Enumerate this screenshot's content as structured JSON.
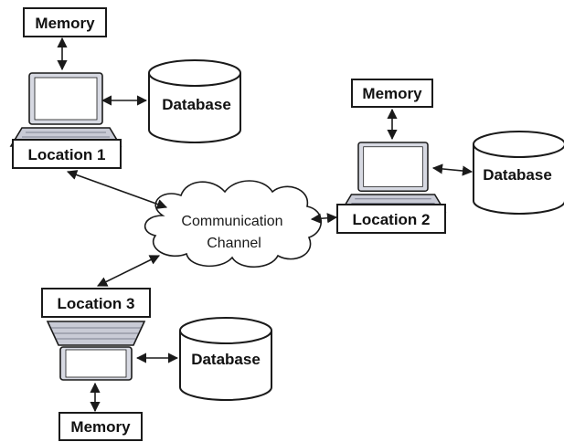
{
  "location_1": {
    "label": "Location 1",
    "memory_label": "Memory",
    "database_label": "Database"
  },
  "location_2": {
    "label": "Location 2",
    "memory_label": "Memory",
    "database_label": "Database"
  },
  "location_3": {
    "label": "Location 3",
    "memory_label": "Memory",
    "database_label": "Database"
  },
  "channel": {
    "line1": "Communication",
    "line2": "Channel"
  },
  "colors": {
    "stroke": "#1a1a1a",
    "laptop_fill": "#c9cbd6",
    "screen_fill": "#ffffff",
    "background": "#ffffff"
  },
  "icons": [
    "laptop-icon",
    "database-icon",
    "cloud-icon",
    "double-arrow-icon"
  ]
}
